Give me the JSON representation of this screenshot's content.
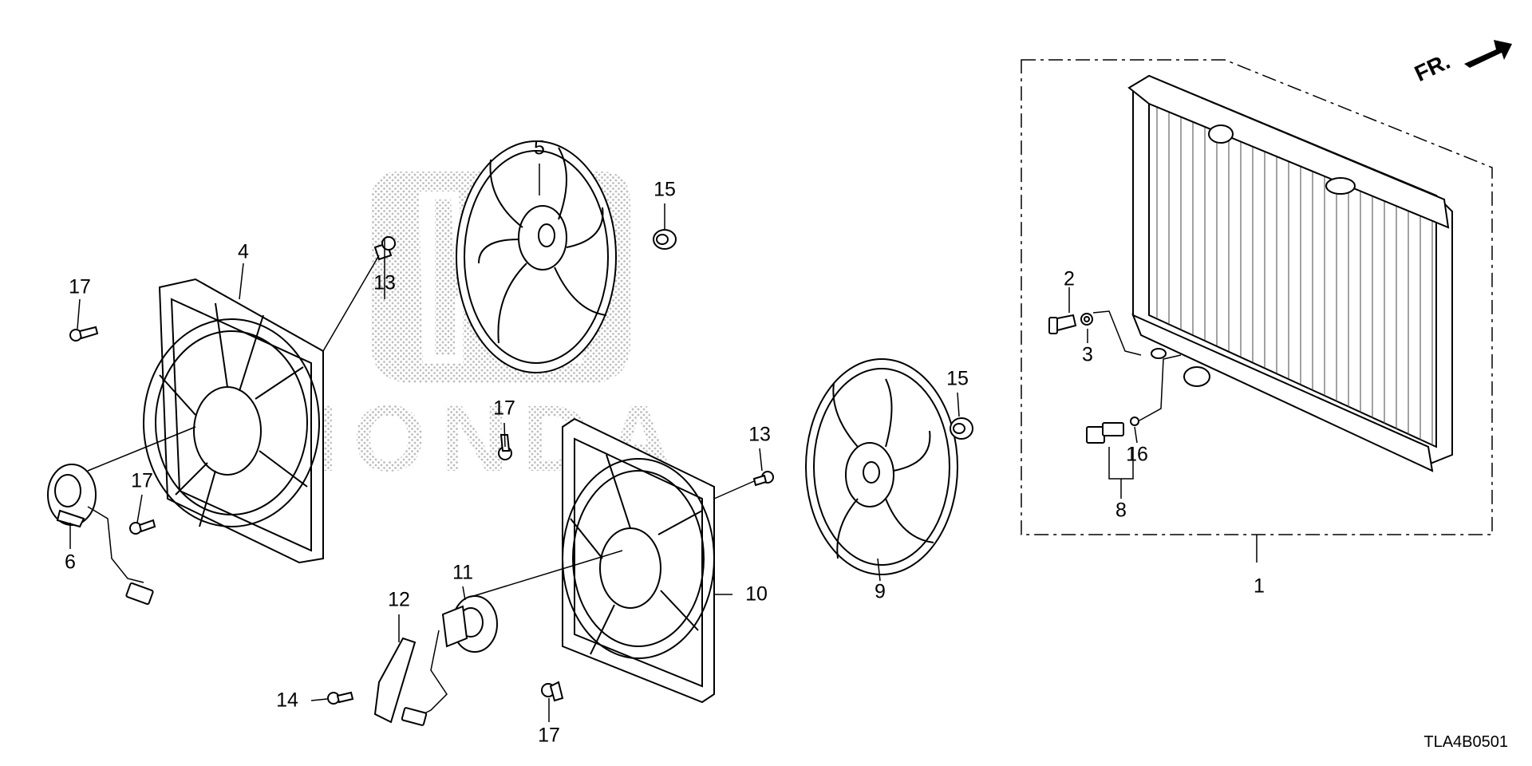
{
  "diagram": {
    "code": "TLA4B0501",
    "front_arrow_label": "FR.",
    "watermark_text": "HONDA",
    "callouts": [
      {
        "id": "1",
        "text": "1"
      },
      {
        "id": "2",
        "text": "2"
      },
      {
        "id": "3",
        "text": "3"
      },
      {
        "id": "4",
        "text": "4"
      },
      {
        "id": "5",
        "text": "5"
      },
      {
        "id": "6",
        "text": "6"
      },
      {
        "id": "8",
        "text": "8"
      },
      {
        "id": "9",
        "text": "9"
      },
      {
        "id": "10",
        "text": "10"
      },
      {
        "id": "11",
        "text": "11"
      },
      {
        "id": "12",
        "text": "12"
      },
      {
        "id": "13a",
        "text": "13"
      },
      {
        "id": "13b",
        "text": "13"
      },
      {
        "id": "14",
        "text": "14"
      },
      {
        "id": "15a",
        "text": "15"
      },
      {
        "id": "15b",
        "text": "15"
      },
      {
        "id": "16",
        "text": "16"
      },
      {
        "id": "17a",
        "text": "17"
      },
      {
        "id": "17b",
        "text": "17"
      },
      {
        "id": "17c",
        "text": "17"
      },
      {
        "id": "17d",
        "text": "17"
      }
    ]
  }
}
